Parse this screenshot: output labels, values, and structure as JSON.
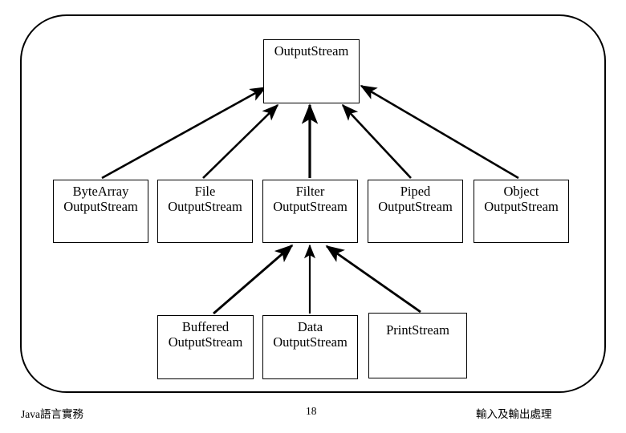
{
  "slide": {
    "title_node": "OutputStream",
    "frame": {
      "shape": "rounded-rectangle",
      "stroke_color": "#000000"
    },
    "background_color": "#ffffff",
    "stroke_color": "#000000"
  },
  "diagram": {
    "type": "class-hierarchy",
    "root": {
      "id": "outputstream",
      "label": "OutputStream"
    },
    "level2": [
      {
        "id": "bytearray-outputstream",
        "label": "ByteArray\nOutputStream"
      },
      {
        "id": "file-outputstream",
        "label": "File\nOutputStream"
      },
      {
        "id": "filter-outputstream",
        "label": "Filter\nOutputStream"
      },
      {
        "id": "piped-outputstream",
        "label": "Piped\nOutputStream"
      },
      {
        "id": "object-outputstream",
        "label": "Object\nOutputStream"
      }
    ],
    "level3": [
      {
        "id": "buffered-outputstream",
        "label": "Buffered\nOutputStream"
      },
      {
        "id": "data-outputstream",
        "label": "Data\nOutputStream"
      },
      {
        "id": "printstream",
        "label": "PrintStream"
      }
    ],
    "edges": [
      {
        "from": "bytearray-outputstream",
        "to": "outputstream"
      },
      {
        "from": "file-outputstream",
        "to": "outputstream"
      },
      {
        "from": "filter-outputstream",
        "to": "outputstream"
      },
      {
        "from": "piped-outputstream",
        "to": "outputstream"
      },
      {
        "from": "object-outputstream",
        "to": "outputstream"
      },
      {
        "from": "buffered-outputstream",
        "to": "filter-outputstream"
      },
      {
        "from": "data-outputstream",
        "to": "filter-outputstream"
      },
      {
        "from": "printstream",
        "to": "filter-outputstream"
      }
    ]
  },
  "footer": {
    "left": "Java語言實務",
    "page": "18",
    "right": "輸入及輸出處理"
  }
}
